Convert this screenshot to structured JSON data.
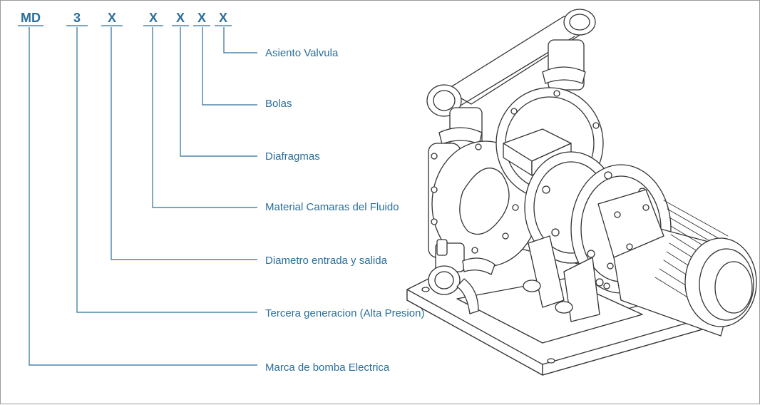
{
  "code": {
    "segments": [
      "MD",
      "3",
      "X",
      "X",
      "X",
      "X",
      "X"
    ]
  },
  "labels": [
    "Asiento Valvula",
    "Bolas",
    "Diafragmas",
    "Material Camaras del Fluido",
    "Diametro entrada y salida",
    "Tercera generacion (Alta Presion)",
    "Marca de bomba Electrica"
  ],
  "colors": {
    "accent": "#2a6f9b",
    "drawing": "#333333"
  }
}
